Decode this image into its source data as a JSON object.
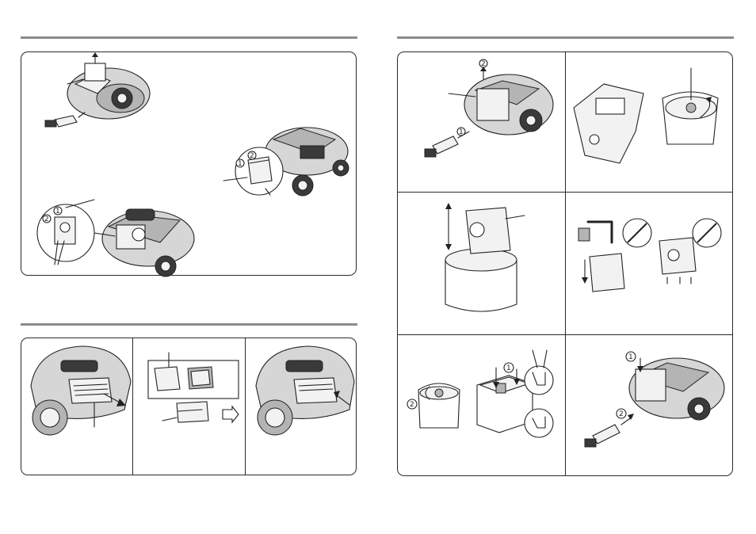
{
  "page": {
    "left_section": {
      "bag_panel": {
        "label": "dust-bag-removal-and-filter-illustration"
      },
      "filter_panel": {
        "label": "exhaust-filter-replacement-illustration"
      }
    },
    "right_section": {
      "panel": {
        "label": "dust-container-cleaning-illustration"
      }
    }
  },
  "step_markers": {
    "one": "1",
    "two": "2"
  },
  "colors": {
    "line": "#222222",
    "rule": "#8c8c8c",
    "body": "#d6d6d6",
    "dark": "#3a3a3a"
  }
}
